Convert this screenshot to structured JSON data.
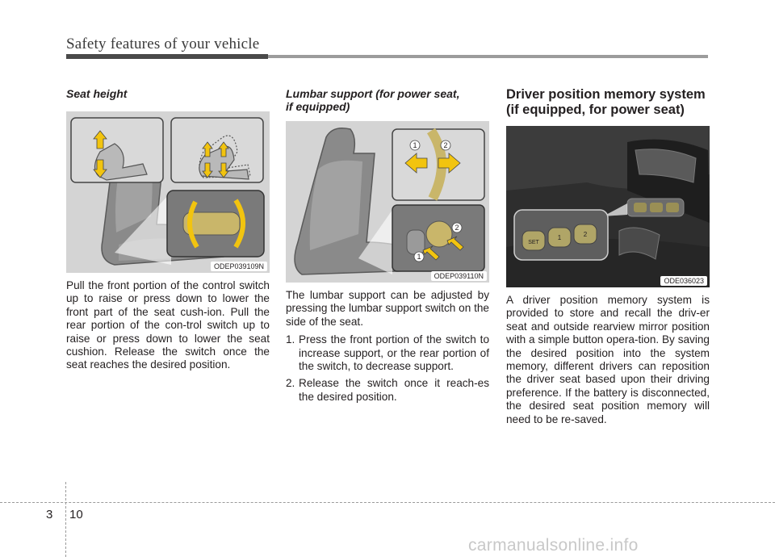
{
  "header": {
    "title": "Safety features of your vehicle"
  },
  "seat_height": {
    "title": "Seat height",
    "figure_code": "ODEP039109N",
    "body": "Pull the front portion of the control switch up to raise or press down to lower the front part of the seat cush-ion. Pull the rear portion of the con-trol switch up to raise or press down to lower the seat cushion. Release the switch once the seat reaches the desired position."
  },
  "lumbar": {
    "title_line1": "Lumbar support (for power seat,",
    "title_line2": "if equipped)",
    "figure_code": "ODEP039110N",
    "callout_1": "1",
    "callout_2": "2",
    "body": "The lumbar support can be adjusted by pressing the lumbar support switch on the side of the seat.",
    "steps": [
      {
        "num": "1.",
        "text": "Press the front portion of the switch to increase support, or the rear portion of the switch, to decrease support."
      },
      {
        "num": "2.",
        "text": "Release the switch once it reach-es the desired position."
      }
    ]
  },
  "memory": {
    "title_line1": "Driver position memory system",
    "title_line2": "(if equipped, for power seat)",
    "figure_code": "ODE036023",
    "button_set": "SET",
    "button_1": "1",
    "button_2": "2",
    "body": "A driver position memory system is provided to store and recall the driv-er seat and outside rearview mirror position with a simple button opera-tion. By saving the desired position into the system memory, different drivers can reposition the driver seat based upon their driving preference. If the battery is disconnected, the desired seat position memory will need to be re-saved."
  },
  "footer": {
    "section": "3",
    "page": "10",
    "watermark": "carmanualsonline.info"
  },
  "colors": {
    "accent_arrow": "#f2c40f",
    "rule_dark": "#4a4a4a",
    "rule_light": "#9c9c9c"
  }
}
